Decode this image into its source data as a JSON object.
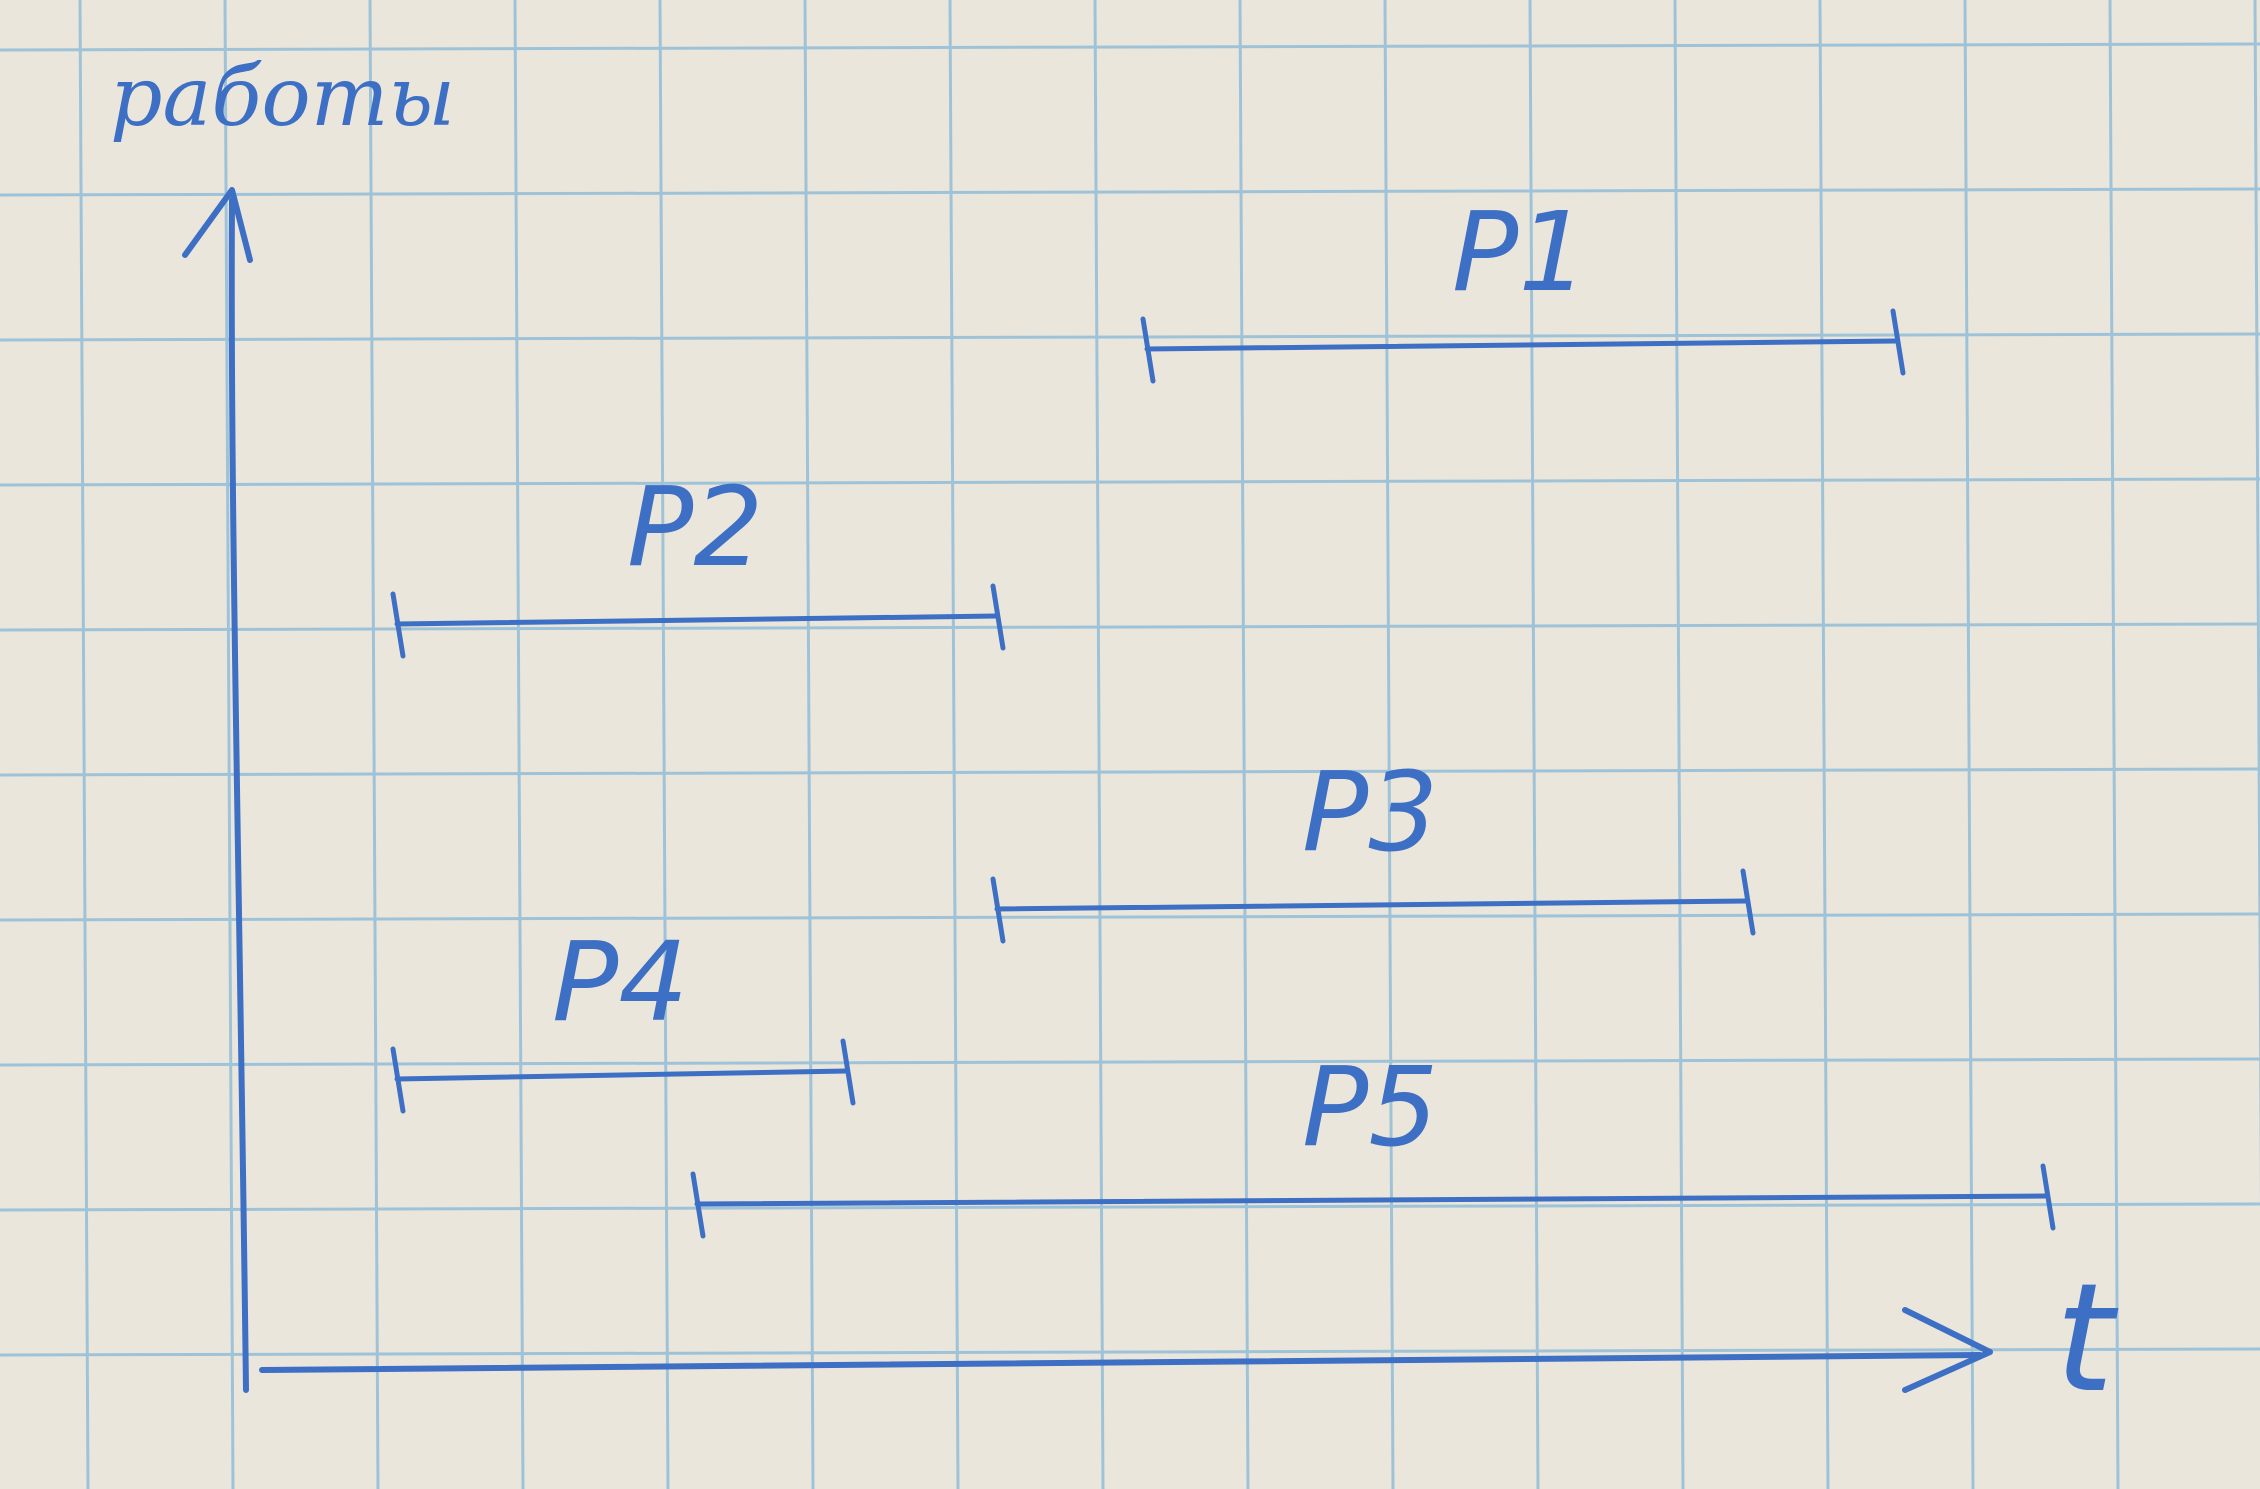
{
  "y_axis_label": "работы",
  "x_axis_label": "t",
  "ink_color": "#3d6fc4",
  "grid_color": "#9ec3d8",
  "paper_color": "#ebe6dc",
  "chart_data": {
    "type": "gantt",
    "xlabel": "t",
    "ylabel": "работы",
    "grid": true,
    "tasks": [
      {
        "name": "P1",
        "start": 6,
        "end": 11
      },
      {
        "name": "P2",
        "start": 1,
        "end": 5
      },
      {
        "name": "P3",
        "start": 5,
        "end": 10
      },
      {
        "name": "P4",
        "start": 1,
        "end": 4
      },
      {
        "name": "P5",
        "start": 3,
        "end": 12
      }
    ]
  }
}
